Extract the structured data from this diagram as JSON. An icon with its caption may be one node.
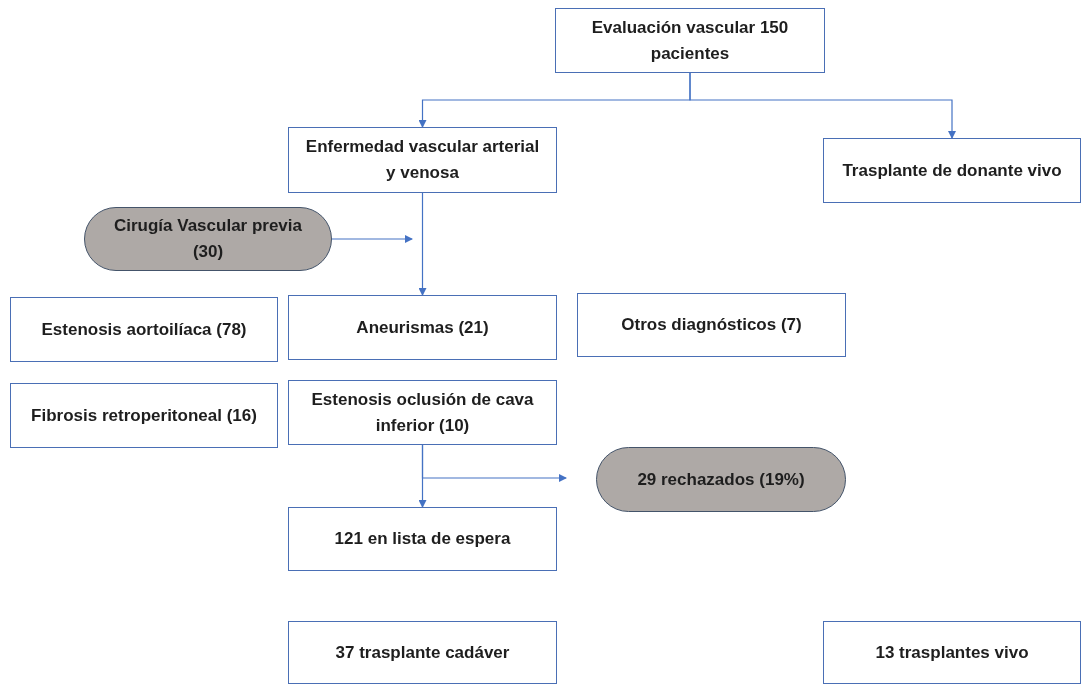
{
  "diagram": {
    "nodes": [
      {
        "text": [
          "Evaluación vascular 150 pacientes"
        ]
      },
      {
        "text": [
          "Enfermedad vascular arterial y venosa"
        ]
      },
      {
        "text": [
          "Trasplante de donante vivo"
        ]
      },
      {
        "text": [
          "Cirugía Vascular previa (30)"
        ]
      },
      {
        "text": [
          "Estenosis aortoilíaca (78)"
        ]
      },
      {
        "text": [
          "Aneurismas (21)"
        ]
      },
      {
        "text": [
          "Otros diagnósticos (7)"
        ]
      },
      {
        "text": [
          "Fibrosis retroperitoneal (16)"
        ]
      },
      {
        "text": [
          "Estenosis oclusión de cava inferior (10)"
        ]
      },
      {
        "text": [
          "29 rechazados (19%)"
        ]
      },
      {
        "text": [
          "121 en lista de espera"
        ]
      },
      {
        "text": [
          "37 trasplante cadáver"
        ]
      },
      {
        "text": [
          "13 trasplantes vivo"
        ]
      }
    ],
    "edges": [
      {
        "from": 0,
        "to": 1,
        "arrow": "to"
      },
      {
        "from": 0,
        "to": 2,
        "arrow": "to"
      },
      {
        "from": 1,
        "to": 5,
        "arrow": "to"
      },
      {
        "from": 3,
        "to": null,
        "arrow": "to"
      },
      {
        "from": 8,
        "to": 10,
        "arrow": "to"
      },
      {
        "from": 8,
        "to": 9,
        "arrow": "to"
      }
    ]
  }
}
